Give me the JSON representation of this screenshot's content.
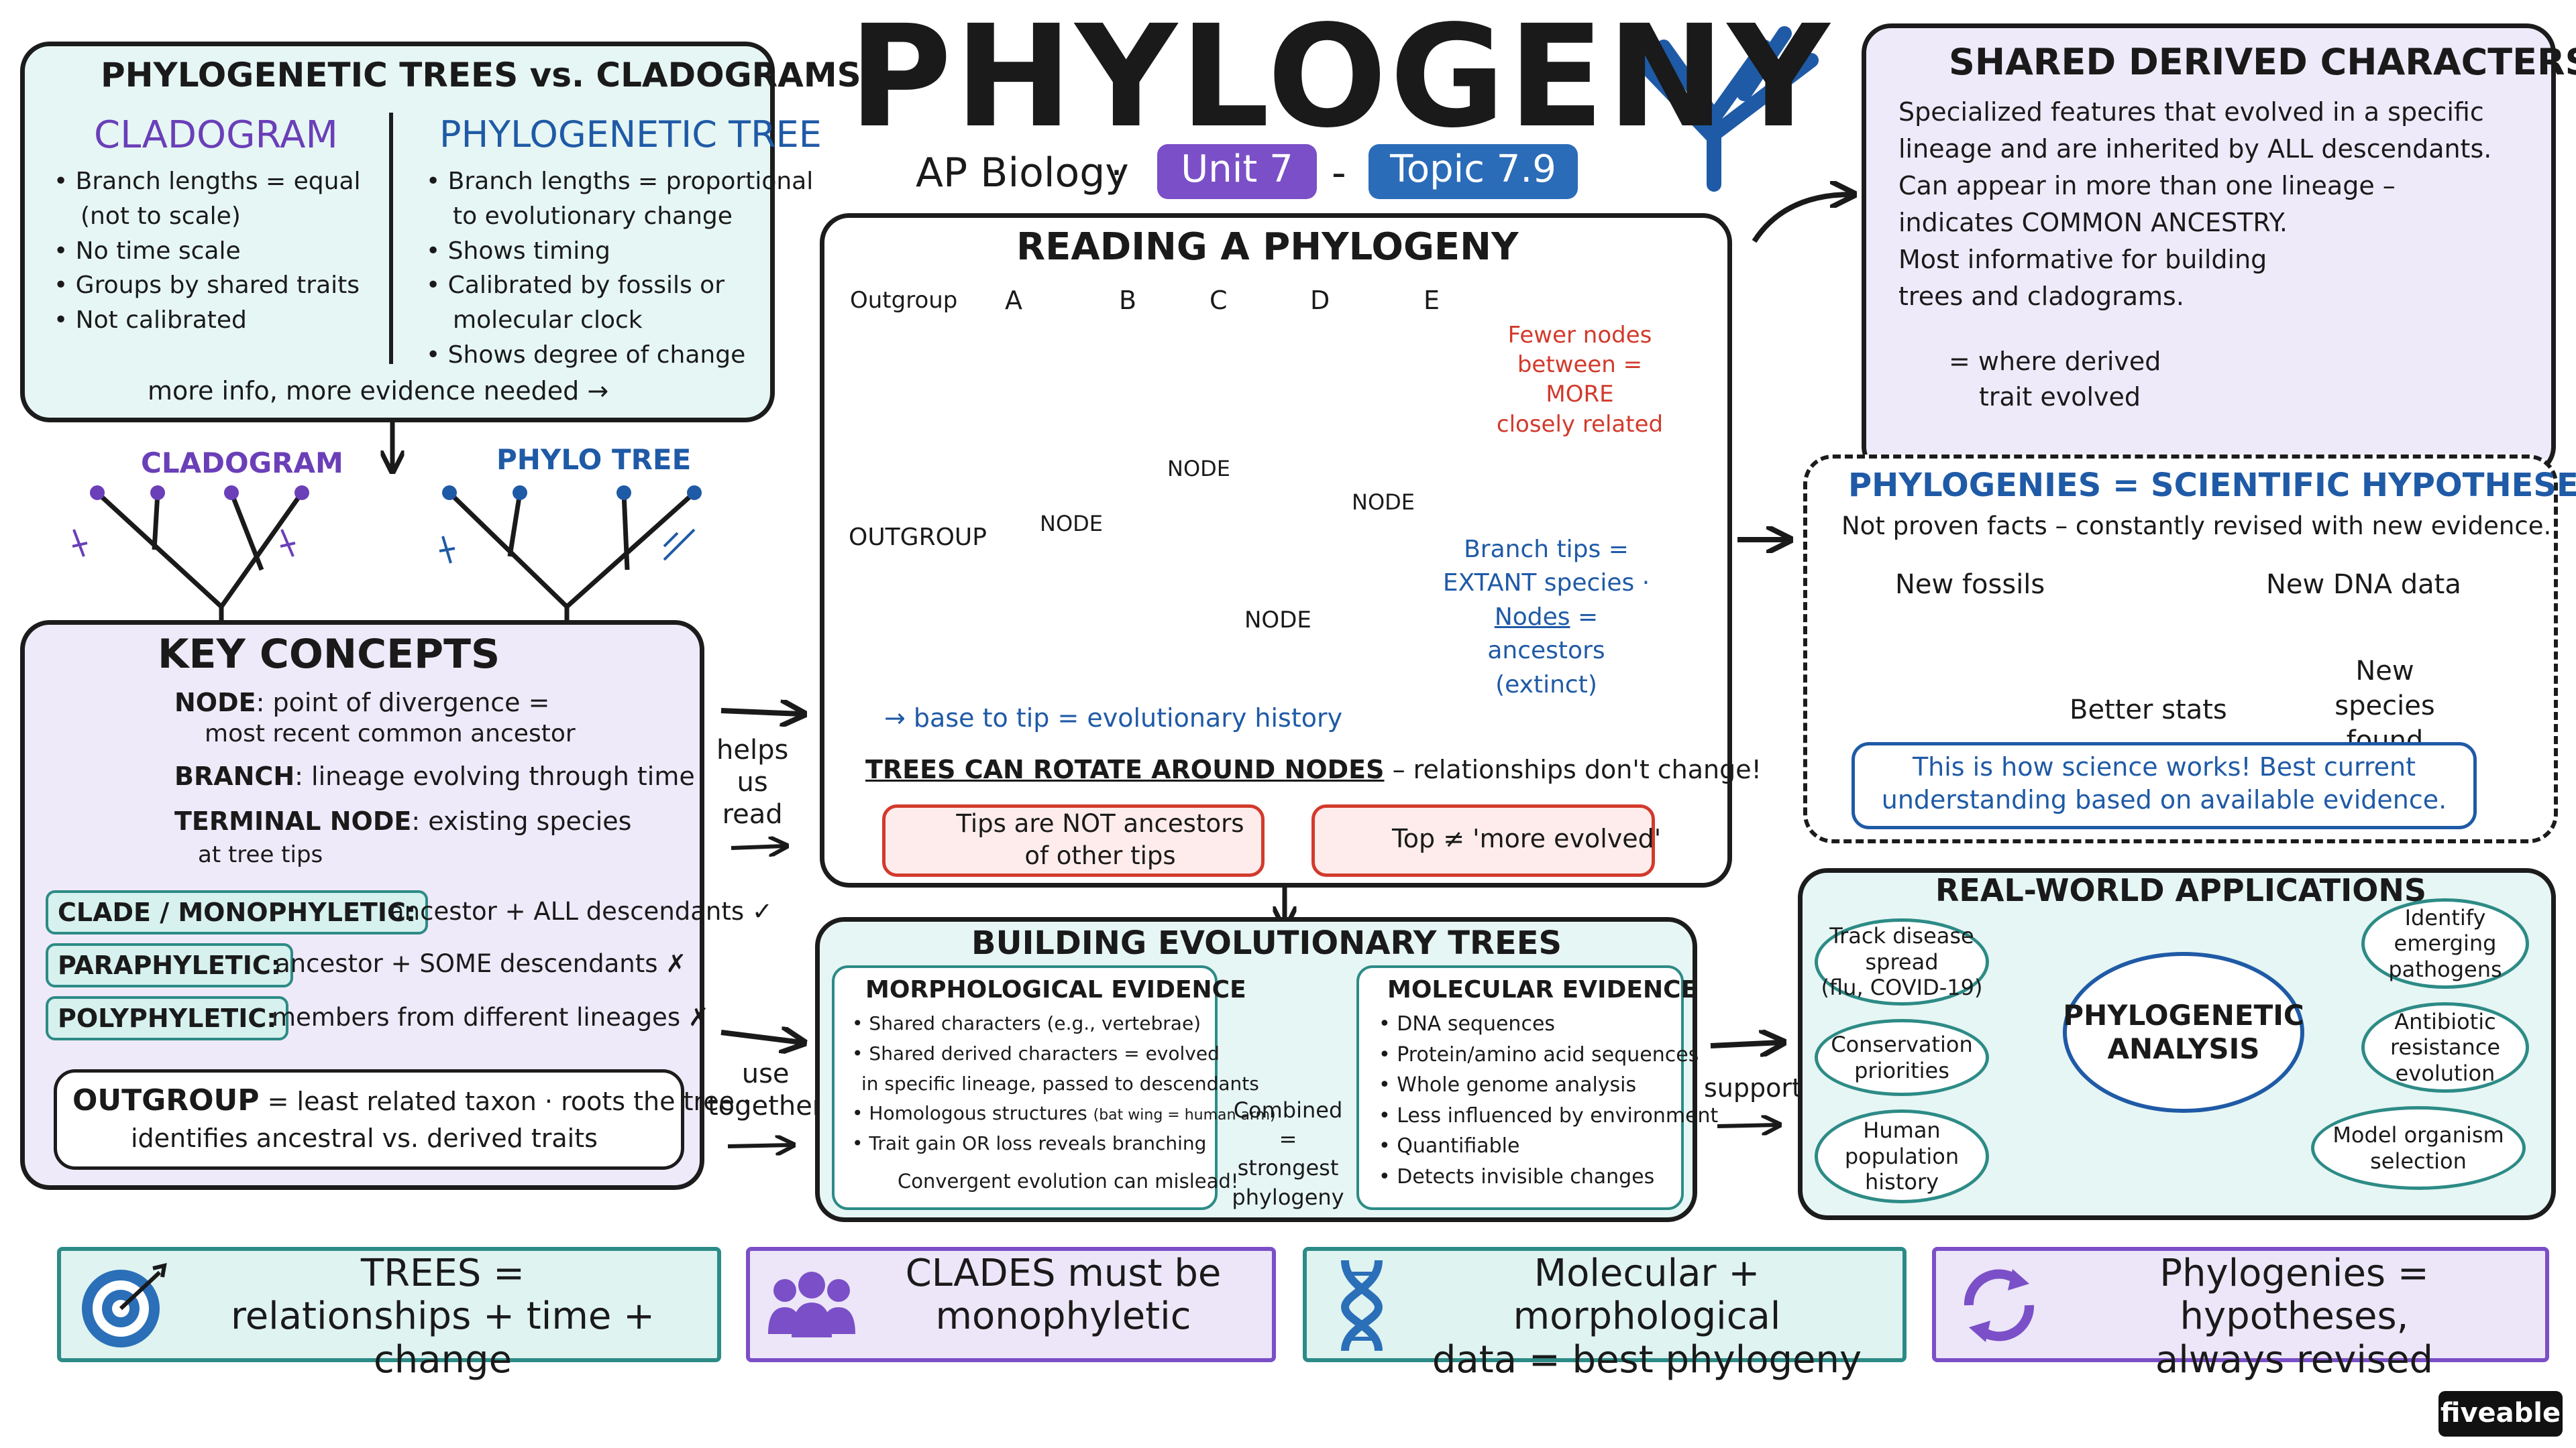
{
  "title": {
    "main": "PHYLOGENY",
    "course": "AP Biology",
    "dot": "·",
    "unit": "Unit 7",
    "dash": "-",
    "topic": "Topic 7.9"
  },
  "trees_vs": {
    "heading": "PHYLOGENETIC TREES vs. CLADOGRAMS",
    "cladogram": {
      "title": "CLADOGRAM",
      "items": [
        "• Branch lengths = equal",
        "(not to scale)",
        "• No time scale",
        "• Groups by shared traits",
        "• Not calibrated"
      ]
    },
    "phylo": {
      "title": "PHYLOGENETIC TREE",
      "items": [
        "• Branch lengths = proportional",
        "to evolutionary change",
        "• Shows timing",
        "• Calibrated by fossils or",
        "molecular clock",
        "• Shows degree of change"
      ]
    },
    "footer": "more info, more evidence needed →",
    "mini_cladogram_label": "CLADOGRAM",
    "mini_phylo_label": "PHYLO TREE"
  },
  "key_concepts": {
    "heading": "KEY CONCEPTS",
    "node_term": "NODE",
    "node_def": ": point of divergence =",
    "node_def2": "most recent common ancestor",
    "branch_term": "BRANCH",
    "branch_def": ": lineage evolving through time",
    "terminal_term": "TERMINAL NODE",
    "terminal_def": ": existing species",
    "terminal_def2": "at tree tips",
    "clade_tag": "CLADE / MONOPHYLETIC:",
    "clade_def": "ancestor + ALL descendants ✓",
    "para_tag": "PARAPHYLETIC:",
    "para_def": "ancestor + SOME descendants ✗",
    "poly_tag": "POLYPHYLETIC:",
    "poly_def": "members from different lineages ✗",
    "outgroup_term": "OUTGROUP",
    "outgroup_def": " = least related taxon · roots the tree ·",
    "outgroup_def2": "identifies ancestral vs. derived traits"
  },
  "reading": {
    "heading": "READING A PHYLOGENY",
    "tips": [
      "Outgroup",
      "A",
      "B",
      "C",
      "D",
      "E"
    ],
    "outgroup_label": "OUTGROUP",
    "node_labels": [
      "NODE",
      "NODE",
      "NODE",
      "NODE"
    ],
    "base_to_tip": "→ base to tip = evolutionary history",
    "rotate_strong": "TREES CAN ROTATE AROUND NODES",
    "rotate_rest": " – relationships don't change!",
    "warning1": [
      "Tips are NOT ancestors",
      "of other tips"
    ],
    "warning2": "Top ≠ 'more evolved'",
    "cloud_red": [
      "Fewer nodes",
      "between = MORE",
      "closely related"
    ],
    "cloud_blue_line1": "Branch tips =",
    "cloud_blue_line2": "EXTANT species ·",
    "cloud_blue_nodes": "Nodes",
    "cloud_blue_line3": " = ancestors",
    "cloud_blue_line4": "(extinct)"
  },
  "helps_us_read": [
    "helps",
    "us",
    "read"
  ],
  "use_together": [
    "use",
    "together"
  ],
  "supports": "supports",
  "building": {
    "heading": "BUILDING EVOLUTIONARY TREES",
    "morph": {
      "title": "MORPHOLOGICAL EVIDENCE",
      "items": [
        "• Shared characters (e.g., vertebrae)",
        "• Shared derived characters = evolved",
        "in specific lineage, passed to descendants",
        "• Homologous structures",
        "• Trait gain OR loss reveals branching"
      ],
      "homolog_note": "(bat wing = human arm)",
      "warning": "Convergent evolution can mislead!"
    },
    "plus": "+",
    "combined": [
      "Combined =",
      "strongest",
      "phylogeny"
    ],
    "mol": {
      "title": "MOLECULAR EVIDENCE",
      "items": [
        "• DNA sequences",
        "• Protein/amino acid sequences",
        "• Whole genome analysis",
        "• Less influenced by environment",
        "• Quantifiable",
        "• Detects invisible changes"
      ]
    }
  },
  "shared_derived": {
    "heading": "SHARED DERIVED CHARACTERS",
    "lines": [
      "Specialized features that evolved in a specific",
      "lineage and are inherited by ALL descendants.",
      "Can appear in more than one lineage –",
      "indicates COMMON ANCESTRY.",
      "Most informative for building",
      "trees and cladograms."
    ],
    "legend": [
      "= where derived",
      "trait evolved"
    ]
  },
  "hypotheses": {
    "heading": "PHYLOGENIES = SCIENTIFIC HYPOTHESES",
    "sub": "Not proven facts – constantly revised with new evidence.",
    "cycle": [
      "New fossils",
      "New DNA data",
      "New species",
      "found",
      "Better stats"
    ],
    "note": [
      "This is how science works! Best current",
      "understanding based on available evidence."
    ]
  },
  "applications": {
    "heading": "REAL-WORLD APPLICATIONS",
    "center": [
      "PHYLOGENETIC",
      "ANALYSIS"
    ],
    "left": [
      [
        "Track disease",
        "spread",
        "(flu, COVID-19)"
      ],
      [
        "Conservation",
        "priorities"
      ],
      [
        "Human",
        "population",
        "history"
      ]
    ],
    "right": [
      [
        "Identify",
        "emerging",
        "pathogens"
      ],
      [
        "Antibiotic",
        "resistance",
        "evolution"
      ],
      [
        "Model organism",
        "selection"
      ]
    ]
  },
  "banners": [
    {
      "line1": "TREES =",
      "line2": "relationships + time + change",
      "icon": "target-icon"
    },
    {
      "line1": "CLADES must be",
      "line2": "monophyletic",
      "icon": "group-icon"
    },
    {
      "line1": "Molecular + morphological",
      "line2": "data = best phylogeny",
      "icon": "dna-icon"
    },
    {
      "line1": "Phylogenies = hypotheses,",
      "line2": "always revised",
      "icon": "cycle-icon"
    }
  ],
  "brand": "fiveable",
  "colors": {
    "teal": "#e6f6f4",
    "lavender": "#efeaf9",
    "purple": "#6a3fb8",
    "blue": "#1f5aa6",
    "red": "#d23a2c",
    "tealborder": "#2d8b86"
  }
}
